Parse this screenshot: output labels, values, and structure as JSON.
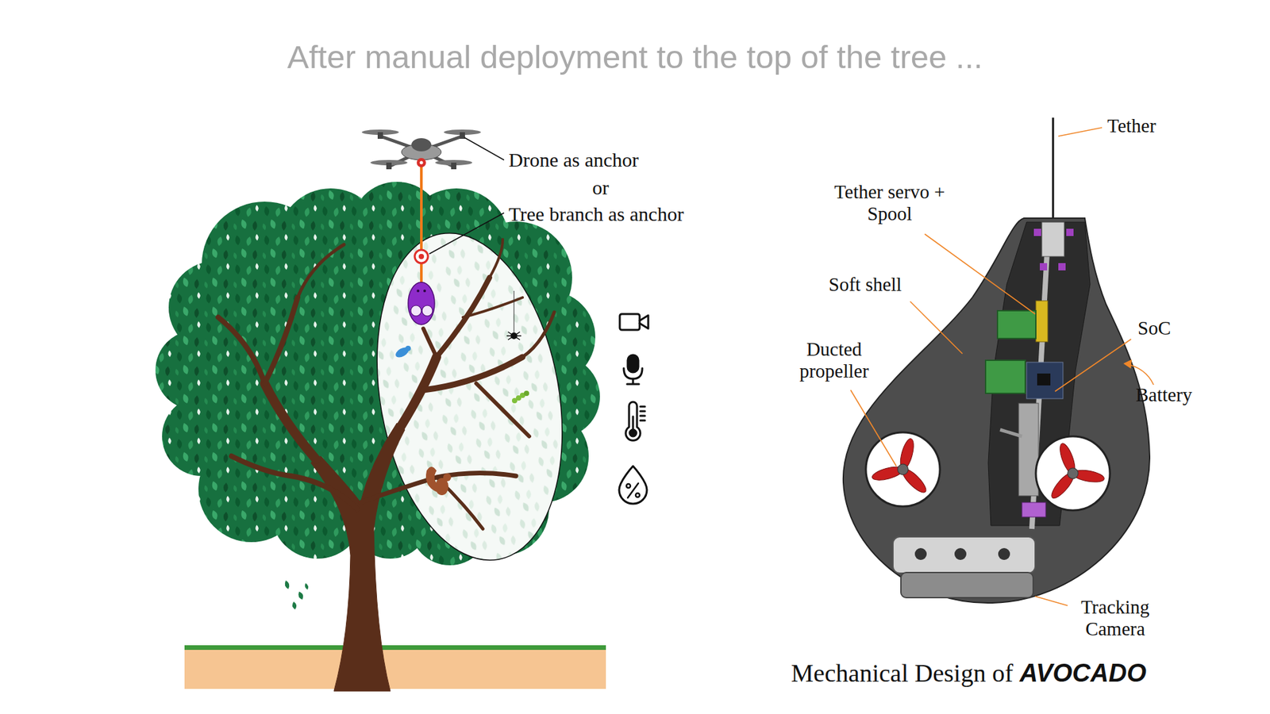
{
  "diagram": {
    "title": "After manual deployment to the top of the tree ...",
    "caption": "Mechanical Design of",
    "labels": [
      "Drone as anchor",
      "or",
      "Tree branch as anchor",
      "Tether",
      "Tether servo + Spool",
      "Soft shell",
      "Ducted propeller",
      "SoC",
      "Battery",
      "Tracking Camera",
      "AVOCADO"
    ]
  }
}
